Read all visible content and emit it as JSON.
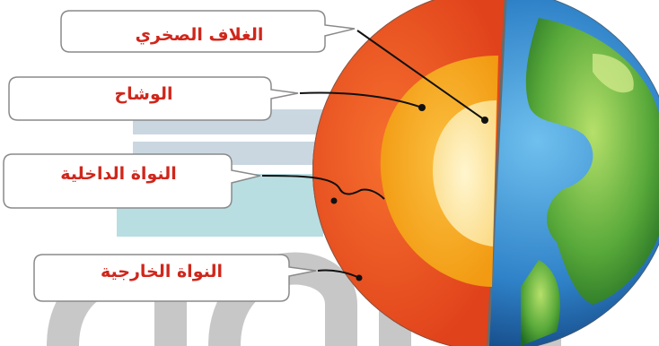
{
  "labels": {
    "crust": "الغلاف الصخري",
    "mantle": "الوشاح",
    "inner_core": "النواة الداخلية",
    "outer_core": "النواة الخارجية"
  },
  "colors": {
    "label_text": "#d0261b",
    "label_border": "#8a8a8a",
    "leader_line": "#111111",
    "outer_layer": "#ee4f22",
    "middle_layer": "#f5a21b",
    "inner_layer": "#fde8a0",
    "ocean": "#2f82c8",
    "land": "#58a93a",
    "watermark": "#7fc4cc"
  }
}
